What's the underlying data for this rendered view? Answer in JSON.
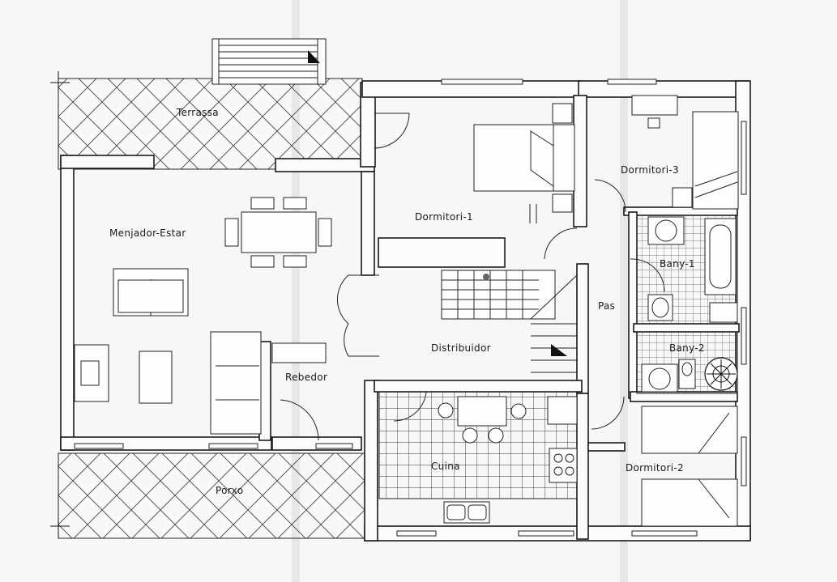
{
  "labels": {
    "terrassa": "Terrassa",
    "menjador": "Menjador-Estar",
    "dormitori1": "Dormitori-1",
    "dormitori2": "Dormitori-2",
    "dormitori3": "Dormitori-3",
    "bany1": "Bany-1",
    "bany2": "Bany-2",
    "pas": "Pas",
    "distribuidor": "Distribuidor",
    "rebedor": "Rebedor",
    "cuina": "Cuina",
    "porxo": "Porxo"
  }
}
